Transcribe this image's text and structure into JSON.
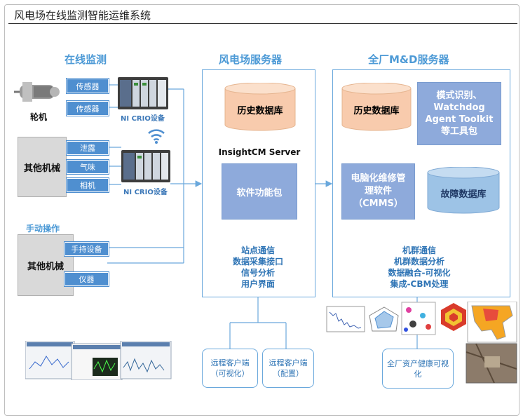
{
  "title": "风电场在线监测智能运维系统",
  "columns": {
    "online": "在线监测",
    "farm_server": "风电场服务器",
    "md_server": "全厂M&D服务器"
  },
  "online": {
    "turbine_label": "轮机",
    "sensor_tag_1": "传感器",
    "sensor_tag_2": "传感器",
    "device_1": "NI CRIO设备",
    "other_machine_1": "其他机械",
    "tags_2": [
      "泄露",
      "气味",
      "相机"
    ],
    "device_2": "NI CRIO设备",
    "manual_ops": "手动操作",
    "other_machine_2": "其他机械",
    "tags_3": [
      "手持设备",
      "仪器"
    ]
  },
  "farm_server": {
    "history_db": "历史数据库",
    "insight_label": "InsightCM Server",
    "software_pkg": "软件功能包",
    "functions": [
      "站点通信",
      "数据采集接口",
      "信号分析",
      "用户界面"
    ],
    "clients": [
      {
        "line1": "远程客户端",
        "line2": "（可视化）"
      },
      {
        "line1": "远程客户端",
        "line2": "（配置）"
      }
    ]
  },
  "md_server": {
    "history_db": "历史数据库",
    "toolkit": [
      "模式识别、",
      "Watchdog",
      "Agent Toolkit",
      "等工具包"
    ],
    "cmms": [
      "电脑化维修管",
      "理软件",
      "（CMMS）"
    ],
    "fault_db": "故障数据库",
    "functions": [
      "机群通信",
      "机群数据分析",
      "数据融合-可视化",
      "集成-CBM处理"
    ],
    "health_box": [
      "全厂资产健康可视",
      "化"
    ]
  },
  "colors": {
    "accent": "#4d9ad6",
    "tag_blue": "#4f8fd0",
    "cylinder_orange": "#f8cbad",
    "box_blue": "#8eaadb"
  }
}
